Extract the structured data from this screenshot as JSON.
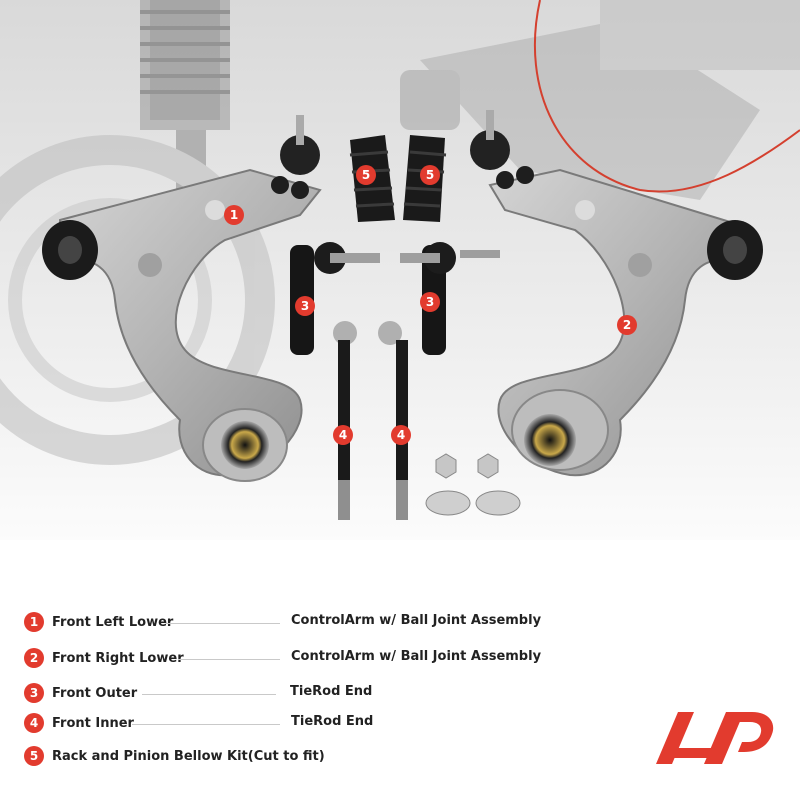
{
  "brand": {
    "logo_color": "#e23b2e"
  },
  "callouts": [
    "1",
    "2",
    "3",
    "3",
    "4",
    "4",
    "5",
    "5"
  ],
  "legend": [
    {
      "num": "1",
      "name": "Front Left Lower",
      "desc": "ControlArm w/  Ball Joint Assembly"
    },
    {
      "num": "2",
      "name": "Front Right Lower",
      "desc": "ControlArm w/  Ball Joint Assembly"
    },
    {
      "num": "3",
      "name": "Front Outer",
      "desc": "TieRod End"
    },
    {
      "num": "4",
      "name": "Front Inner",
      "desc": "TieRod End"
    },
    {
      "num": "5",
      "name": "Rack and Pinion Bellow Kit(Cut to fit)",
      "desc": ""
    }
  ],
  "colors": {
    "badge": "#e23b2e",
    "text": "#222222",
    "rule": "#c9c9c9"
  }
}
